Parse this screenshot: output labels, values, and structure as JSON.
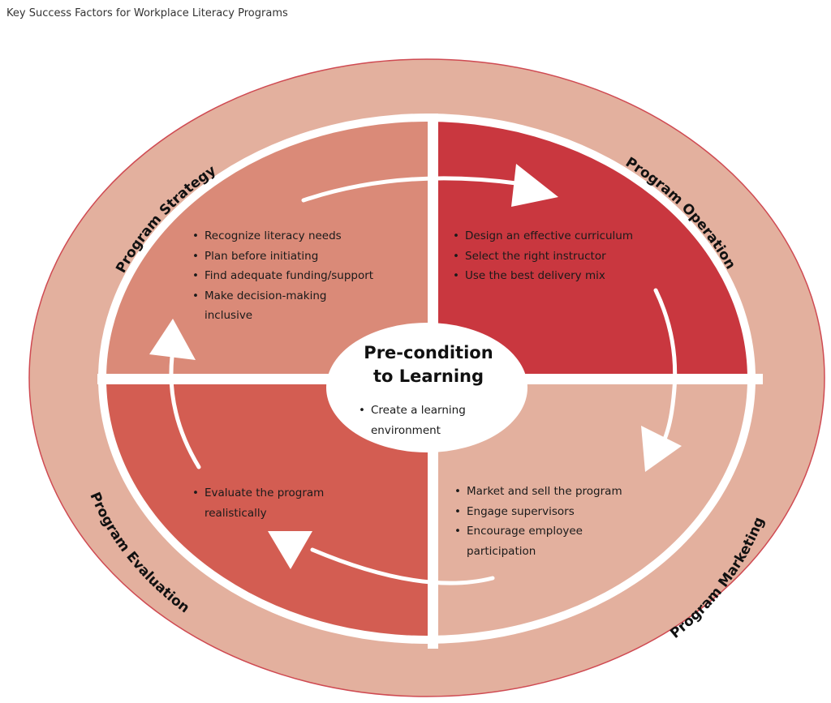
{
  "page": {
    "title": "Key Success Factors for Workplace Literacy Programs"
  },
  "colors": {
    "outer_ring": "#e3b09e",
    "outer_ring_stroke": "#cf4a52",
    "strategy": "#da8a78",
    "operation": "#c9373f",
    "evaluation": "#d35d52",
    "marketing": "#e3b09e",
    "divider": "#ffffff",
    "center": "#ffffff",
    "arrow": "#ffffff"
  },
  "center": {
    "title_line1": "Pre-condition",
    "title_line2": "to Learning",
    "bullets": [
      "Create a learning",
      "environment"
    ]
  },
  "quadrants": {
    "strategy": {
      "label": "Program Strategy",
      "bullets": [
        "Recognize literacy needs",
        "Plan before initiating",
        "Find adequate funding/support",
        "Make decision-making",
        "inclusive"
      ]
    },
    "operation": {
      "label": "Program Operation",
      "bullets": [
        "Design an effective curriculum",
        "Select the right instructor",
        "Use the best delivery mix"
      ]
    },
    "evaluation": {
      "label": "Program Evaluation",
      "bullets": [
        "Evaluate the program",
        "realistically"
      ]
    },
    "marketing": {
      "label": "Program Marketing",
      "bullets": [
        "Market and sell the program",
        "Engage supervisors",
        "Encourage employee",
        "participation"
      ]
    }
  },
  "cycle_arrows": [
    {
      "from": "Program Strategy",
      "to": "Program Operation"
    },
    {
      "from": "Program Operation",
      "to": "Program Marketing"
    },
    {
      "from": "Program Marketing",
      "to": "Program Evaluation"
    },
    {
      "from": "Program Evaluation",
      "to": "Program Strategy"
    }
  ]
}
